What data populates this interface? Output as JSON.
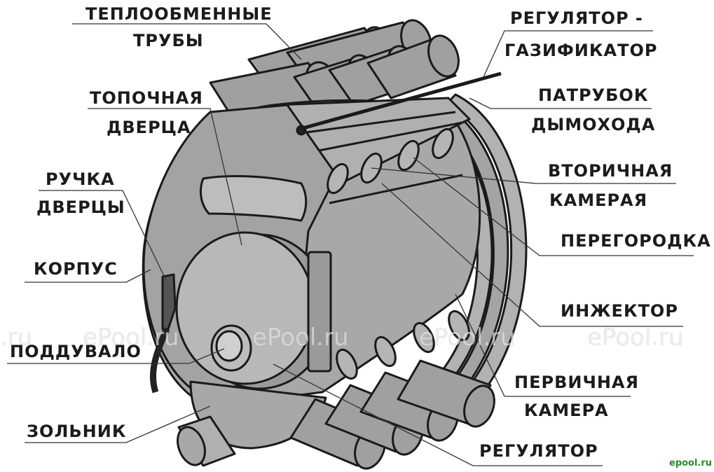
{
  "labels": {
    "heat_tubes_1": "ТЕПЛООБМЕННЫЕ",
    "heat_tubes_2": "ТРУБЫ",
    "firebox_door_1": "ТОПОЧНАЯ",
    "firebox_door_2": "ДВЕРЦА",
    "door_handle_1": "РУЧКА",
    "door_handle_2": "ДВЕРЦЫ",
    "body": "КОРПУС",
    "blower": "ПОДДУВАЛО",
    "ash_pan": "ЗОЛЬНИК",
    "gasifier_1": "РЕГУЛЯТОР -",
    "gasifier_2": "ГАЗИФИКАТОР",
    "flue_1": "ПАТРУБОК",
    "flue_2": "ДЫМОХОДА",
    "secondary_1": "ВТОРИЧНАЯ",
    "secondary_2": "КАМЕРАЯ",
    "partition": "ПЕРЕГОРОДКА",
    "injector": "ИНЖЕКТОР",
    "primary_1": "ПЕРВИЧНАЯ",
    "primary_2": "КАМЕРА",
    "regulator": "РЕГУЛЯТОР"
  },
  "watermarks": {
    "w1": ".ru",
    "w2": "ePool.ru",
    "w3": "ePool.ru",
    "w4": "ePool.ru",
    "w5": "ePool.ru"
  },
  "brand": "epool.ru",
  "colors": {
    "metal": "#a8a8a8",
    "metal_dark": "#8c8c8c",
    "outline": "#1a1a1a",
    "text": "#1b1b1b"
  }
}
